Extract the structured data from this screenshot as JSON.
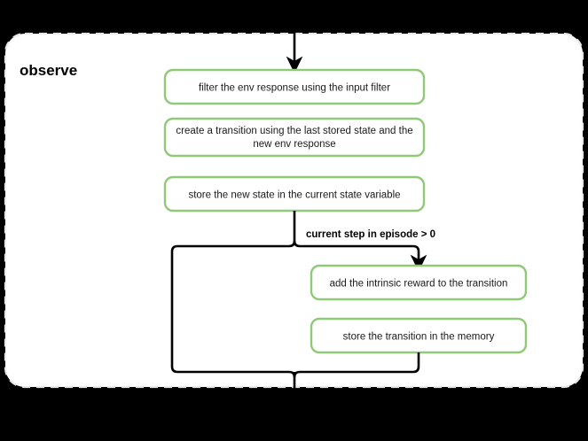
{
  "diagram": {
    "background_color": "#000000",
    "group": {
      "title": "observe",
      "border_style": "dashed",
      "border_color": "#e8e8e8",
      "fill_color": "#ffffff"
    },
    "node_style": {
      "fill": "#ffffff",
      "border_color": "#90c978",
      "text_color": "#1a1a1a"
    },
    "nodes": [
      {
        "id": "filter-env-response",
        "label": "filter the env response using the input filter",
        "lines": [
          "filter the env response using the input filter"
        ]
      },
      {
        "id": "create-transition",
        "label": "create a transition using the last stored state and the new env response",
        "lines": [
          "create a transition using the last stored state and the",
          "new env response"
        ]
      },
      {
        "id": "store-new-state",
        "label": "store the new state in the current state variable",
        "lines": [
          "store the new state in the current state variable"
        ]
      },
      {
        "id": "add-intrinsic-reward",
        "label": "add the intrinsic reward to the transition",
        "lines": [
          "add the intrinsic reward to the transition"
        ]
      },
      {
        "id": "store-transition-memory",
        "label": "store the transition in the memory",
        "lines": [
          "store the transition in the memory"
        ]
      }
    ],
    "edges": [
      {
        "id": "entry-arrow",
        "from": "external-input",
        "to": "filter-env-response",
        "label": ""
      },
      {
        "id": "conditional-branch",
        "from": "store-new-state",
        "to": "add-intrinsic-reward",
        "label": "current step in episode > 0"
      },
      {
        "id": "bypass-branch",
        "from": "store-new-state",
        "to": "merge-point",
        "label": ""
      },
      {
        "id": "exit-edge",
        "from": "merge-point",
        "to": "external-output",
        "label": ""
      }
    ]
  }
}
